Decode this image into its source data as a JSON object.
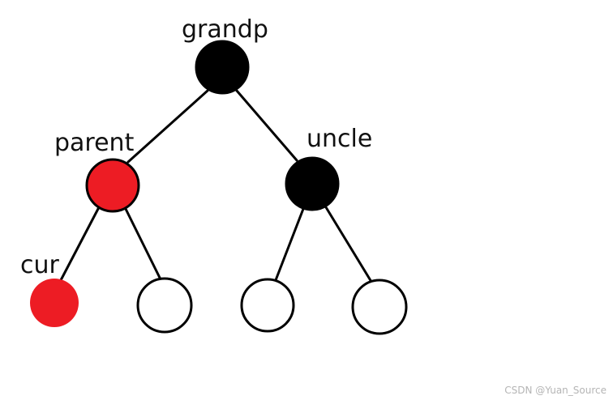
{
  "colors": {
    "black": "#000000",
    "red": "#ed1c24",
    "white": "#ffffff"
  },
  "labels": {
    "grandp": "grandp",
    "parent": "parent",
    "uncle": "uncle",
    "cur": "cur"
  },
  "nodes": {
    "grandp": {
      "fill": "black"
    },
    "parent": {
      "fill": "red"
    },
    "uncle": {
      "fill": "black"
    },
    "cur": {
      "fill": "red"
    },
    "parent_right_child": {
      "fill": "white"
    },
    "uncle_left_child": {
      "fill": "white"
    },
    "uncle_right_child": {
      "fill": "white"
    }
  },
  "watermark": "CSDN @Yuan_Source"
}
